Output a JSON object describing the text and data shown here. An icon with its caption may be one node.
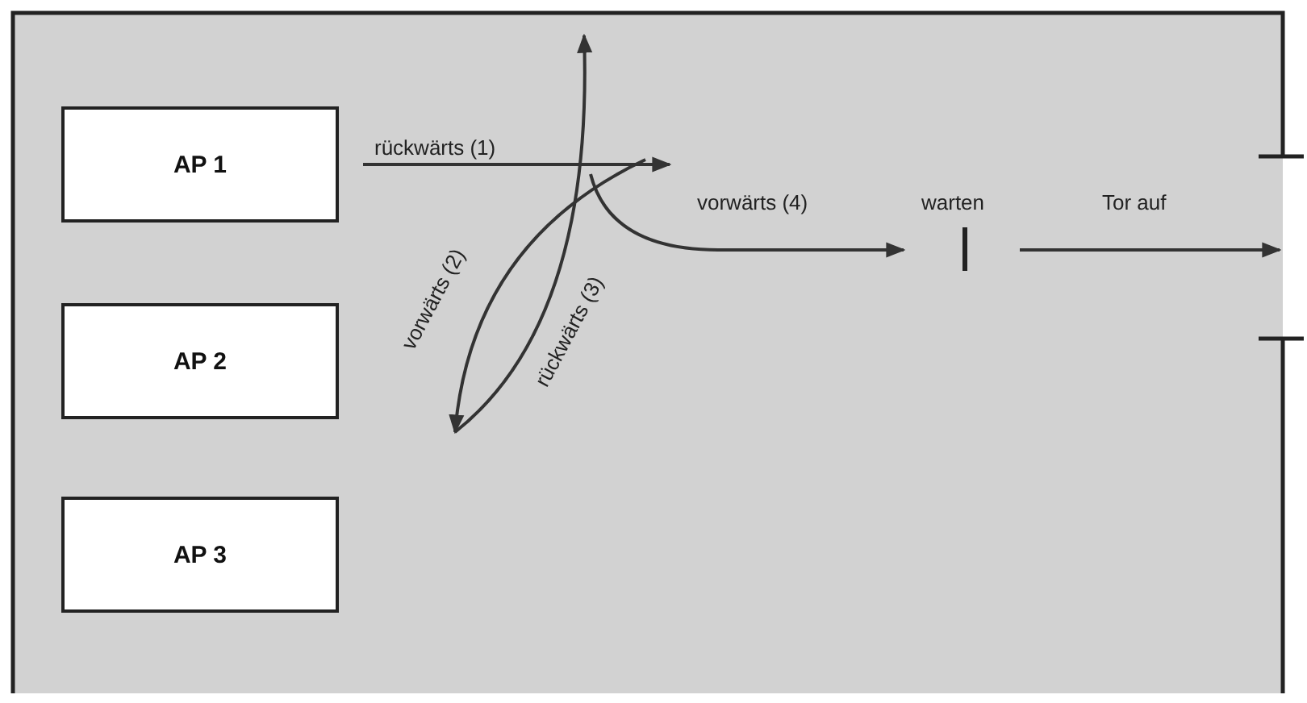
{
  "diagram": {
    "nodes": [
      {
        "text": [
          "AP 1"
        ]
      },
      {
        "text": [
          "AP 2"
        ]
      },
      {
        "text": [
          "AP 3"
        ]
      }
    ],
    "labels": [
      "rückwärts (1)",
      "vorwärts (2)",
      "rückwärts (3)",
      "vorwärts (4)",
      "warten",
      "Tor auf"
    ]
  }
}
